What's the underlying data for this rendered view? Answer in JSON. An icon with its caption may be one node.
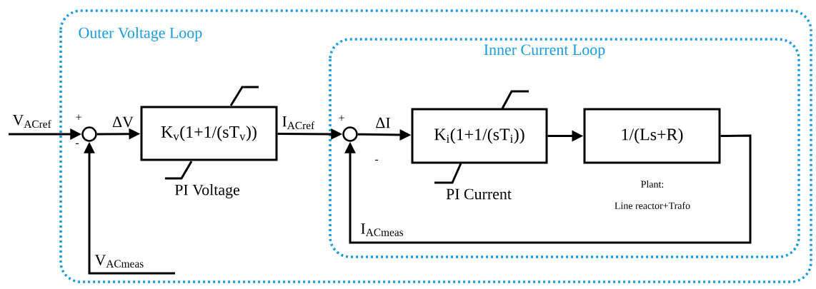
{
  "diagram": {
    "nodes": [
      {
        "text": [
          "Outer Voltage Loop"
        ]
      },
      {
        "text": [
          "Inner Current Loop"
        ],
        "in": 0
      },
      {
        "text": [],
        "shape": "circle",
        "in": 0
      },
      {
        "text": [
          "K$_{v}$(1+1/(sT$_{v}$))"
        ],
        "beside": [
          "PI Voltage"
        ],
        "in": 0
      },
      {
        "text": [],
        "shape": "circle",
        "in": 1
      },
      {
        "text": [
          "K$_{i}$(1+1/(sT$_{i}$))"
        ],
        "beside": [
          "PI Current"
        ],
        "in": 1
      },
      {
        "text": [
          "1/(Ls+R)"
        ],
        "beside": [
          "Plant:",
          "Line reactor+Trafo"
        ],
        "in": 1
      }
    ],
    "edges": [
      {
        "from": null,
        "to": 2,
        "arrow": "to",
        "label": "V$_{ACref}$"
      },
      {
        "from": 2,
        "to": 3,
        "arrow": "to",
        "label": "ΔV"
      },
      {
        "from": 3,
        "to": 4,
        "arrow": "to",
        "label": "I$_{ACref}$"
      },
      {
        "from": 4,
        "to": 5,
        "arrow": "to",
        "label": "ΔI"
      },
      {
        "from": 5,
        "to": 6,
        "arrow": "to"
      },
      {
        "from": 6,
        "to": 4,
        "arrow": "to",
        "label": "I$_{ACmeas}$"
      },
      {
        "from": null,
        "to": 2,
        "arrow": "to",
        "label": "V$_{ACmeas}$"
      }
    ],
    "labels": [
      "+",
      "-",
      "+",
      "-"
    ]
  }
}
